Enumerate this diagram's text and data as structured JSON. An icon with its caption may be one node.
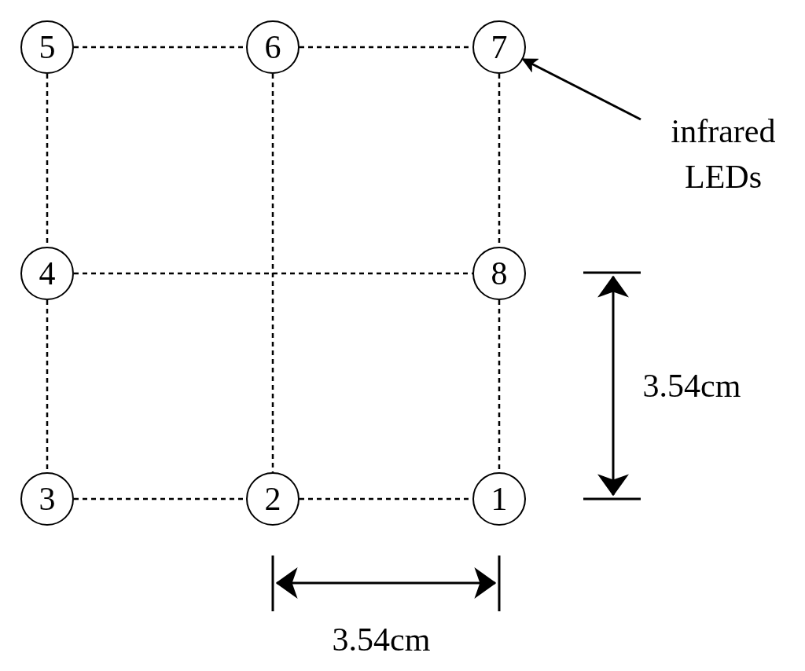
{
  "diagram": {
    "nodes": [
      {
        "text": [
          "5"
        ]
      },
      {
        "text": [
          "6"
        ]
      },
      {
        "text": [
          "7"
        ]
      },
      {
        "text": [
          "infrared LEDs"
        ]
      },
      {
        "text": [
          "4"
        ]
      },
      {
        "text": [
          "8"
        ]
      },
      {
        "text": [
          "3"
        ]
      },
      {
        "text": [
          "2"
        ]
      },
      {
        "text": [
          "1"
        ]
      }
    ],
    "edges": [
      {
        "from": 0,
        "to": 1,
        "arrow": "none",
        "style": "dashed"
      },
      {
        "from": 1,
        "to": 2,
        "arrow": "none",
        "style": "dashed"
      },
      {
        "from": 0,
        "to": 4,
        "arrow": "none",
        "style": "dashed"
      },
      {
        "from": 1,
        "to": 7,
        "arrow": "none",
        "style": "dashed"
      },
      {
        "from": 2,
        "to": 5,
        "arrow": "none",
        "style": "dashed"
      },
      {
        "from": 4,
        "to": 5,
        "arrow": "none",
        "style": "dashed"
      },
      {
        "from": 4,
        "to": 6,
        "arrow": "none",
        "style": "dashed"
      },
      {
        "from": 5,
        "to": 8,
        "arrow": "none",
        "style": "dashed"
      },
      {
        "from": 6,
        "to": 7,
        "arrow": "none",
        "style": "dashed"
      },
      {
        "from": 7,
        "to": 8,
        "arrow": "none",
        "style": "dashed"
      },
      {
        "from": 3,
        "to": 2,
        "arrow": "to"
      }
    ],
    "labels": [
      "3.54cm",
      "3.54cm"
    ]
  }
}
